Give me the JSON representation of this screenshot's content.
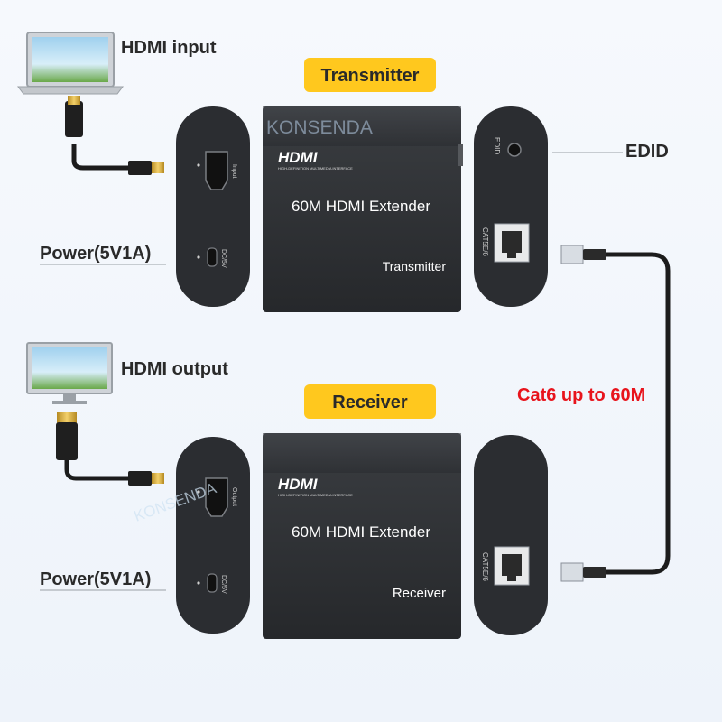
{
  "brand": "KONSENDA",
  "labels": {
    "hdmi_input": "HDMI input",
    "hdmi_output": "HDMI output",
    "edid": "EDID",
    "power_tx": "Power(5V1A)",
    "power_rx": "Power(5V1A)",
    "cable_note": "Cat6 up to 60M"
  },
  "transmitter": {
    "badge": "Transmitter",
    "logo": "HDMI",
    "logo_sub": "HIGH-DEFINITION MULTIMEDIA INTERFACE",
    "title": "60M HDMI Extender",
    "role": "Transmitter",
    "port_hdmi": "Input",
    "port_power": "DC/5V",
    "port_edid": "EDID",
    "port_lan": "CAT5E/6"
  },
  "receiver": {
    "badge": "Receiver",
    "logo": "HDMI",
    "logo_sub": "HIGH-DEFINITION MULTIMEDIA INTERFACE",
    "title": "60M HDMI Extender",
    "role": "Receiver",
    "port_hdmi": "Output",
    "port_power": "DC/5V",
    "port_lan": "CAT5E/6"
  },
  "colors": {
    "badge": "#ffc81e",
    "device": "#2f3236",
    "panel": "#2b2d31",
    "cable_note": "#e8141c",
    "label": "#2a2a2a"
  }
}
